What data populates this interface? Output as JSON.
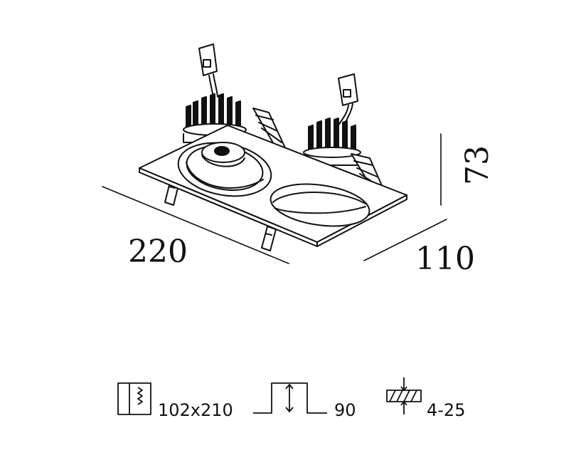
{
  "dimensions": {
    "length": "220",
    "width": "110",
    "height": "73"
  },
  "specs": [
    {
      "icon": "cutout-icon",
      "value": "102x210"
    },
    {
      "icon": "recess-depth-icon",
      "value": "90"
    },
    {
      "icon": "ceiling-thickness-icon",
      "value": "4-25"
    }
  ]
}
